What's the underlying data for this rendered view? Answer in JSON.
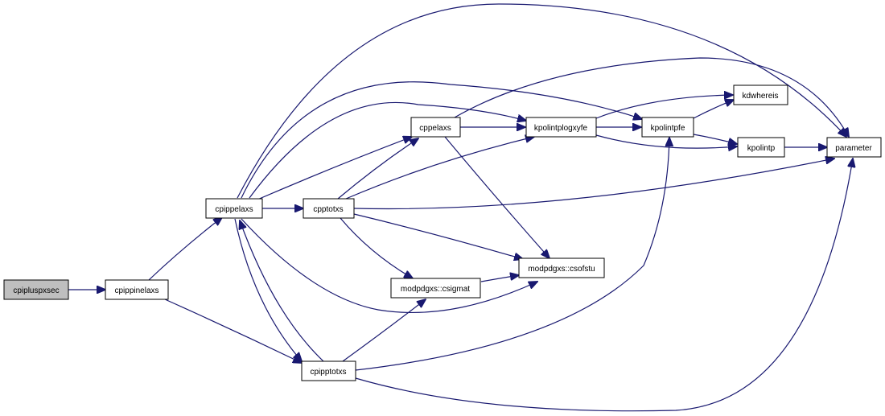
{
  "nodes": {
    "cpipluspxsec": "cpipluspxsec",
    "cpippinelaxs": "cpippinelaxs",
    "cpippelaxs": "cpippelaxs",
    "cpptotxs": "cpptotxs",
    "cpipptotxs": "cpipptotxs",
    "cppelaxs": "cppelaxs",
    "modpdgxs_csigmat": "modpdgxs::csigmat",
    "modpdgxs_csofstu": "modpdgxs::csofstu",
    "kpolintplogxyfe": "kpolintplogxyfe",
    "kpolintpfe": "kpolintpfe",
    "kdwhereis": "kdwhereis",
    "kpolintp": "kpolintp",
    "parameter": "parameter"
  },
  "colors": {
    "edge": "#191970",
    "root_fill": "#bfbfbf",
    "node_fill": "#ffffff",
    "node_border": "#000000"
  }
}
